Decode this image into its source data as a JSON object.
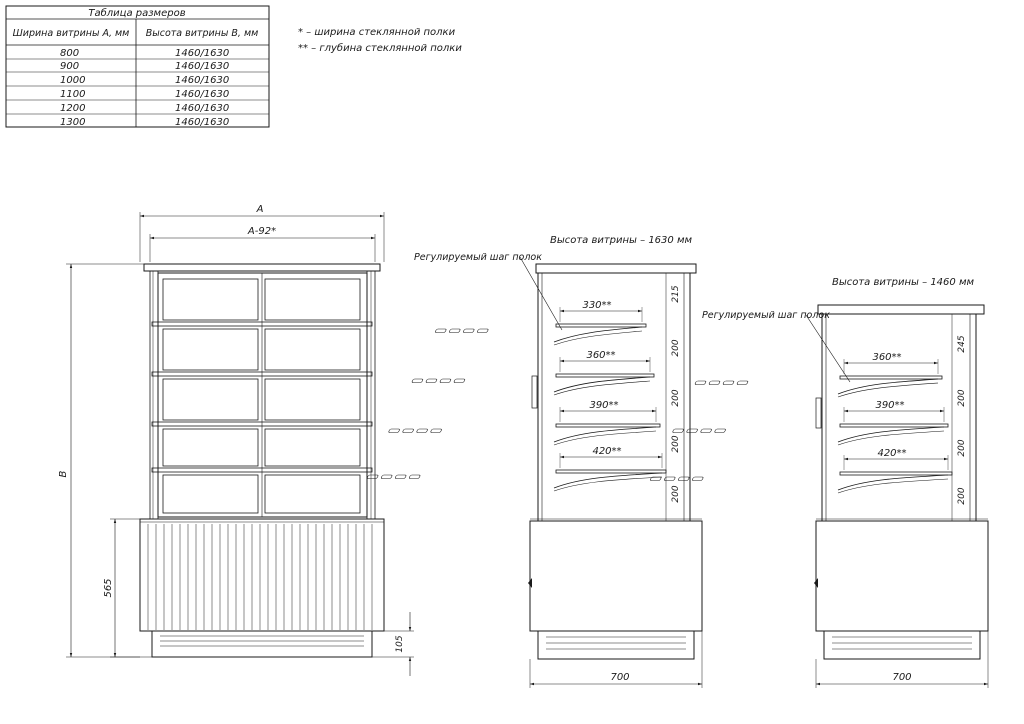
{
  "size_table": {
    "title": "Таблица размеров",
    "headers": [
      "Ширина витрины А, мм",
      "Высота витрины В, мм"
    ],
    "rows": [
      [
        "800",
        "1460/1630"
      ],
      [
        "900",
        "1460/1630"
      ],
      [
        "1000",
        "1460/1630"
      ],
      [
        "1100",
        "1460/1630"
      ],
      [
        "1200",
        "1460/1630"
      ],
      [
        "1300",
        "1460/1630"
      ]
    ]
  },
  "notes": [
    "* – ширина стеклянной полки",
    "** – глубина стеклянной полки"
  ],
  "front_view": {
    "dim_a": "A",
    "dim_a92": "A-92*",
    "dim_b": "B",
    "dim_565": "565",
    "dim_105": "105"
  },
  "side_view_1630": {
    "title": "Высота витрины – 1630 мм",
    "shelf_callout": "Регулируемый шаг полок",
    "shelf_depths": [
      "330**",
      "360**",
      "390**",
      "420**"
    ],
    "steps": [
      "215",
      "200",
      "200",
      "200",
      "200"
    ],
    "depth": "700"
  },
  "side_view_1460": {
    "title": "Высота витрины – 1460 мм",
    "shelf_callout": "Регулируемый шаг полок",
    "shelf_depths": [
      "360**",
      "390**",
      "420**"
    ],
    "steps": [
      "245",
      "200",
      "200",
      "200"
    ],
    "depth": "700"
  }
}
